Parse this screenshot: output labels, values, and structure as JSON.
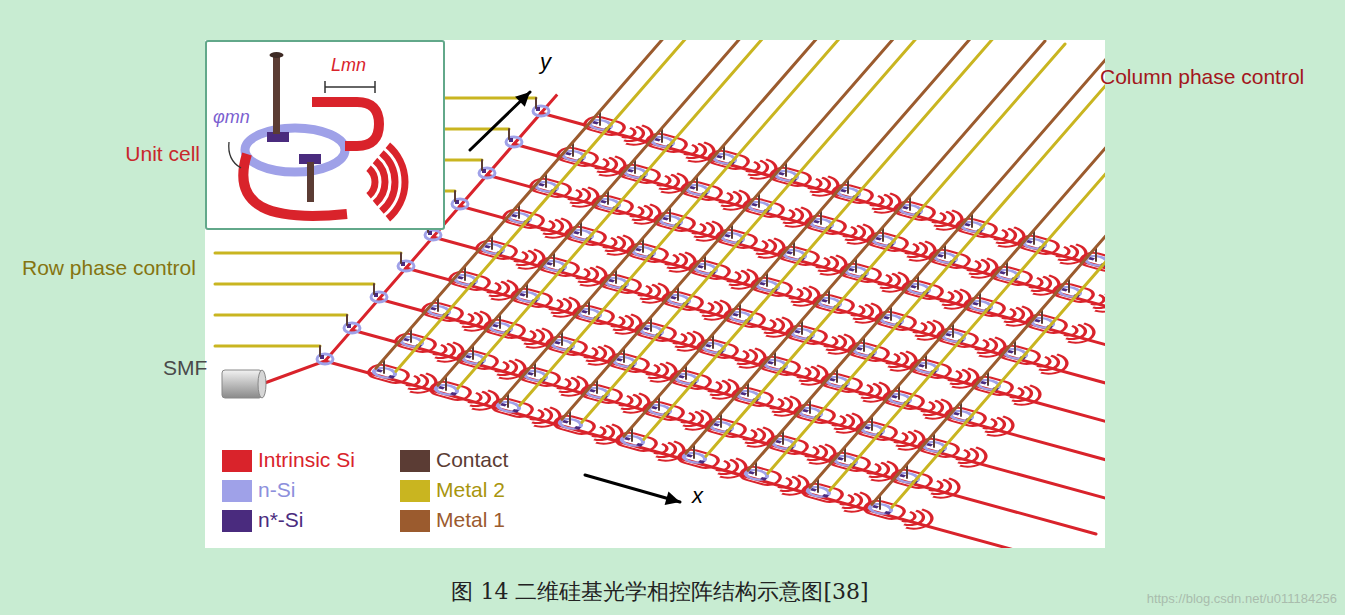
{
  "diagram": {
    "caption": "图 14 二维硅基光学相控阵结构示意图[38]",
    "nodes": [
      {
        "text": [
          "φmn",
          "Lmn"
        ]
      }
    ],
    "labels": [
      "y",
      "x",
      "Column phase control",
      "Unit cell",
      "Row phase control",
      "SMF",
      "https://blog.csdn.net/u011184256"
    ],
    "legend": [
      {
        "text": "Intrinsic Si",
        "color": "#d9232b"
      },
      {
        "text": "n-Si",
        "color": "#9fa1e8"
      },
      {
        "text": "n*-Si",
        "color": "#4a2b7e"
      },
      {
        "text": "Contact",
        "color": "#5b3c34"
      },
      {
        "text": "Metal 2",
        "color": "#c9b520"
      },
      {
        "text": "Metal 1",
        "color": "#9b5b2e"
      }
    ]
  }
}
